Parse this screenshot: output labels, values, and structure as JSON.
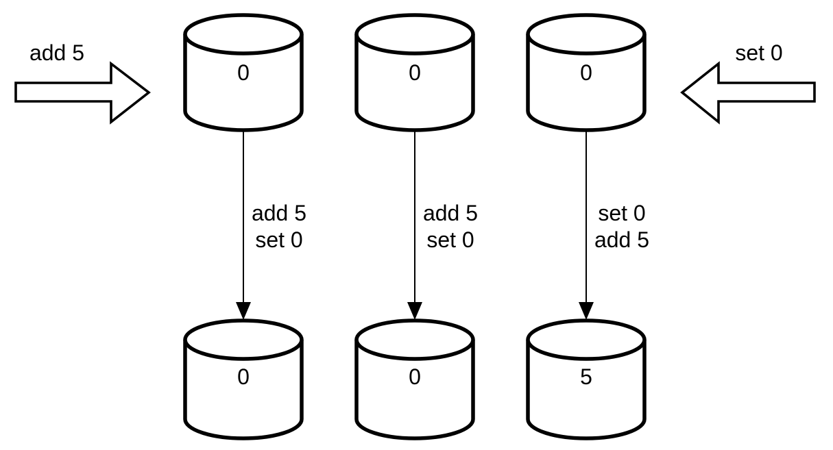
{
  "colors": {
    "background": "#ffffff",
    "stroke": "#000000",
    "fill": "#ffffff"
  },
  "inputs": {
    "left_label": "add 5",
    "right_label": "set 0"
  },
  "replicas": [
    {
      "top_value": "0",
      "ops": [
        "add 5",
        "set 0"
      ],
      "bottom_value": "0"
    },
    {
      "top_value": "0",
      "ops": [
        "add 5",
        "set 0"
      ],
      "bottom_value": "0"
    },
    {
      "top_value": "0",
      "ops": [
        "set 0",
        "add 5"
      ],
      "bottom_value": "5"
    }
  ]
}
